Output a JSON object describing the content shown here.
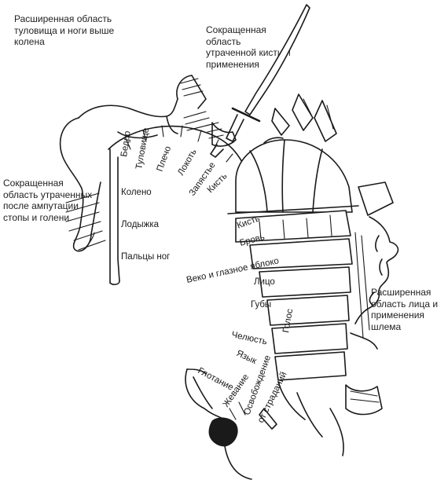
{
  "captions": {
    "torso_leg": "Расширенная область туловища и ноги выше колена",
    "hand_reduced": "Сокращенная область утраченной кисти и применения",
    "foot_reduced": "Сокращенная область утраченных после ампутации стопы и голени",
    "face_helmet": "Расширенная область лица и применения шлема"
  },
  "labels": {
    "bedro": "Бедро",
    "tulovishche": "Туловище",
    "plecho": "Плечо",
    "lokot": "Локоть",
    "zapyastye": "Запястье",
    "kist_top": "Кисть",
    "koleno": "Колено",
    "lodyzhka": "Лодыжка",
    "paltsy_nog": "Пальцы ног",
    "kist": "Кисть",
    "brov": "Бровь",
    "veko": "Веко и глазное яблоко",
    "litso": "Лицо",
    "guby": "Губы",
    "golos": "Голос",
    "chelyust": "Челюсть",
    "yazyk": "Язык",
    "glotanie": "Глотание",
    "zhevanie": "Жевание",
    "osvobozhdenie_1": "Освобождение",
    "osvobozhdenie_2": "от страданий"
  }
}
